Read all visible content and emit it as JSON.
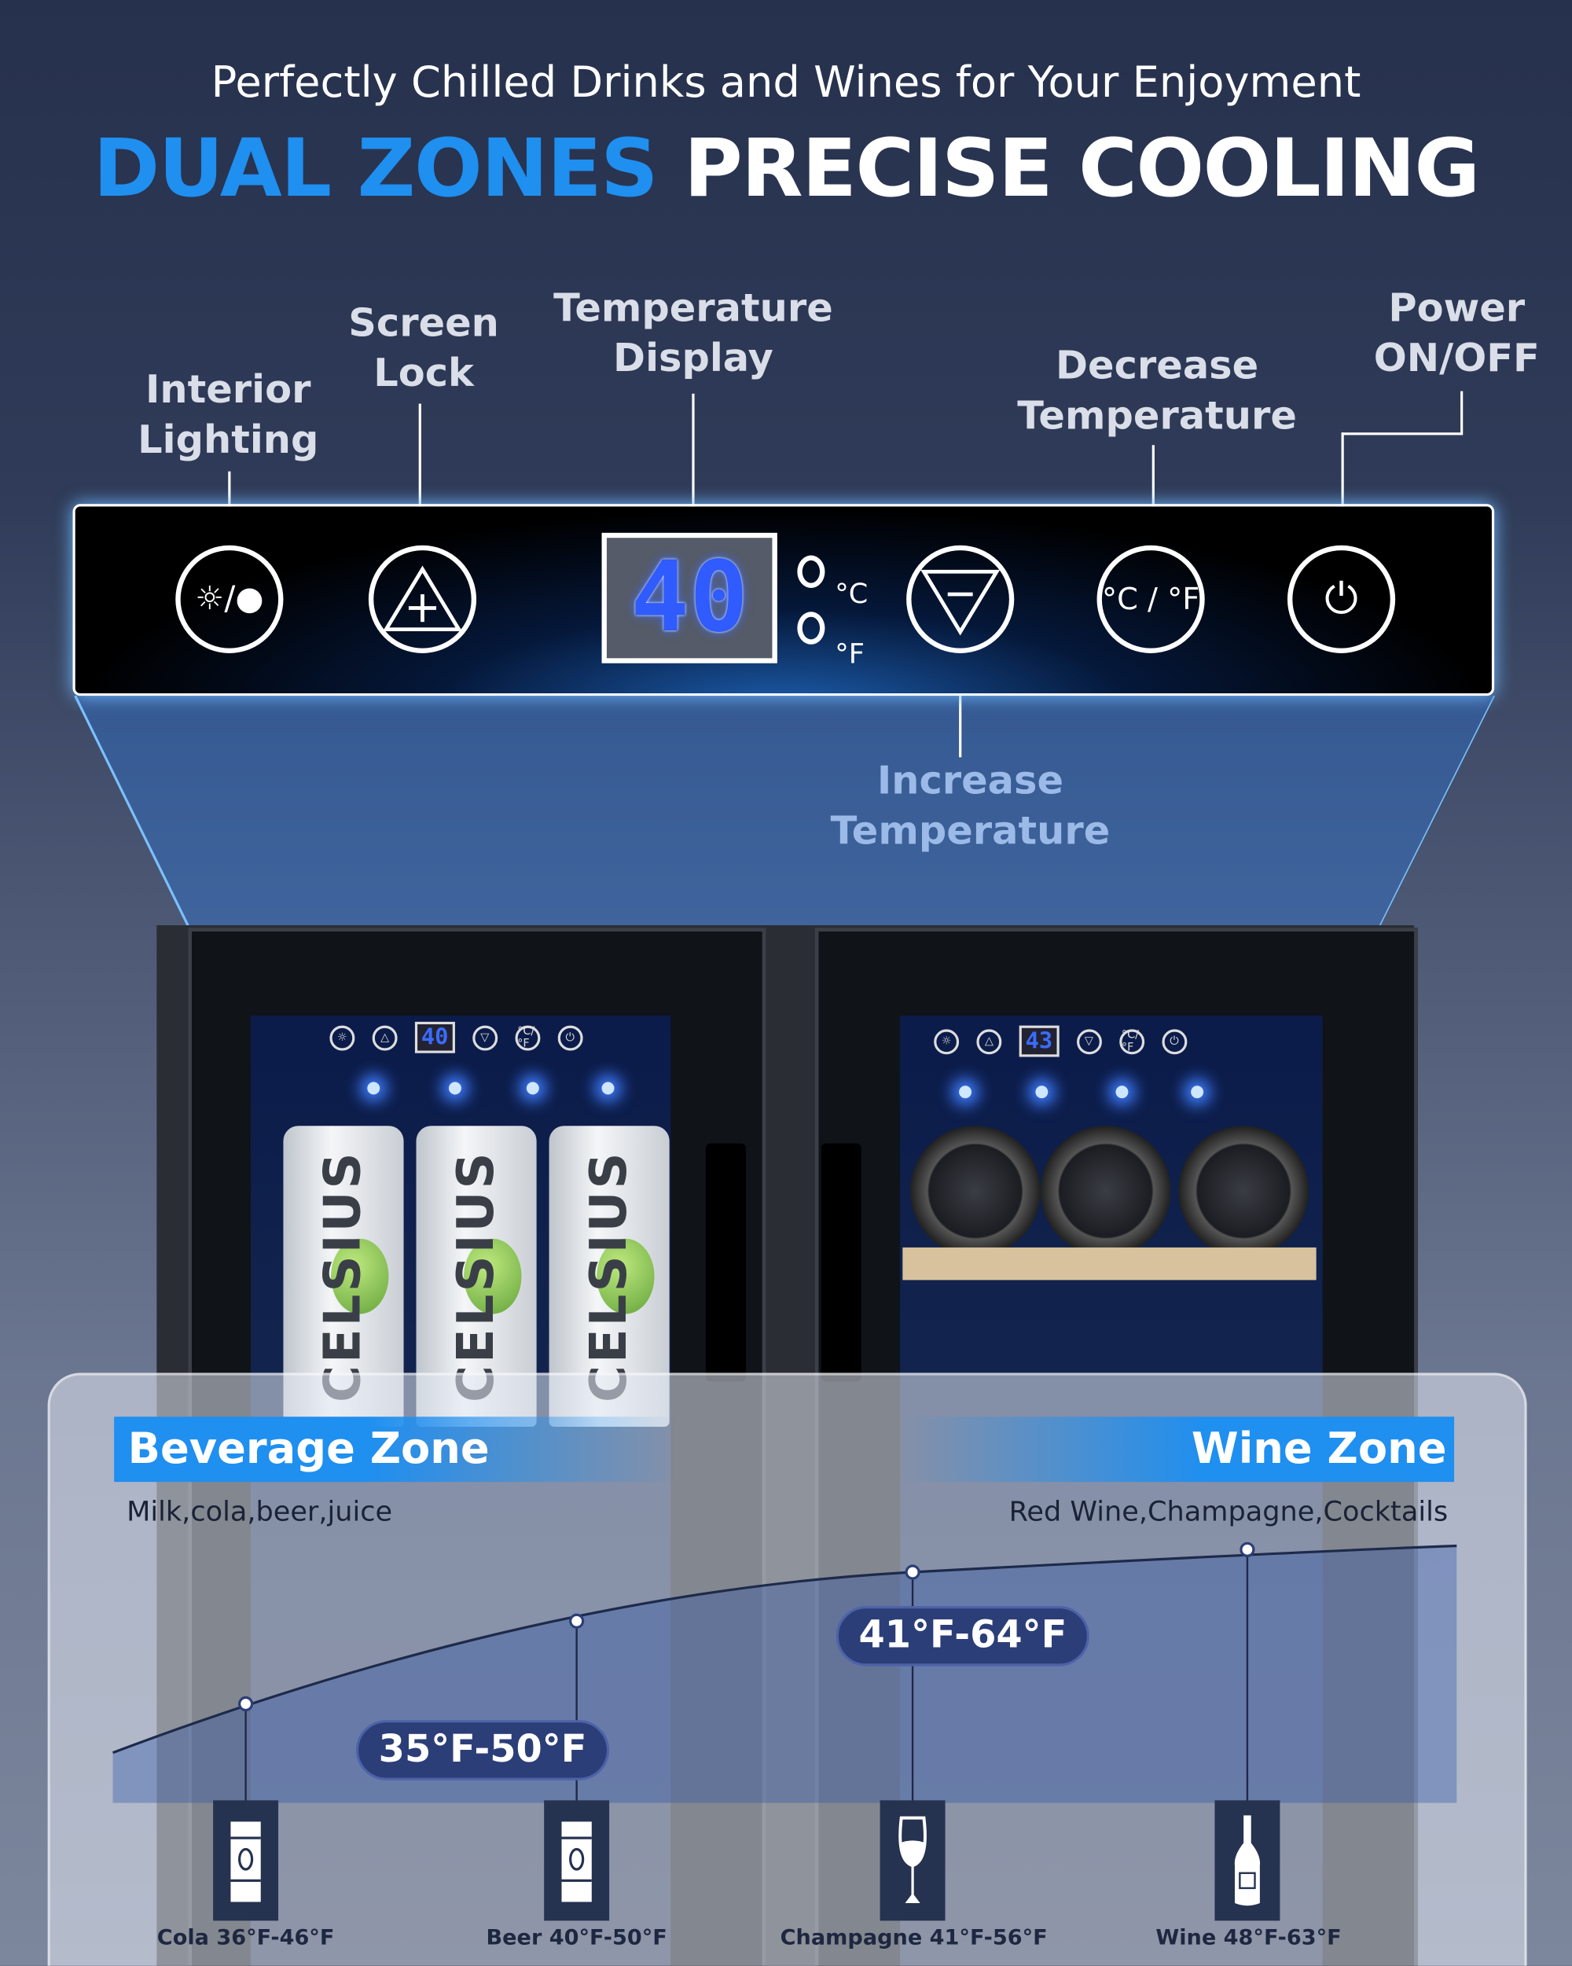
{
  "header": {
    "subtitle": "Perfectly Chilled Drinks and Wines for Your Enjoyment",
    "title_highlight": "DUAL ZONES",
    "title_rest": "PRECISE COOLING"
  },
  "callouts": {
    "interior_lighting": [
      "Interior",
      "Lighting"
    ],
    "screen_lock": [
      "Screen",
      "Lock"
    ],
    "temperature_display": [
      "Temperature",
      "Display"
    ],
    "decrease_temperature": [
      "Decrease",
      "Temperature"
    ],
    "power": [
      "Power",
      "ON/OFF"
    ],
    "increase_temperature": [
      "Increase",
      "Temperature"
    ]
  },
  "control_panel": {
    "display_value": "40",
    "unit_c": "°C",
    "unit_f": "°F",
    "light_icon": "☼/●",
    "lock_icon": "+",
    "minus_icon": "−",
    "unit_toggle": "°C / °F",
    "power_icon": "⏻"
  },
  "fridge": {
    "left_display": "40",
    "right_display": "43",
    "unit_toggle": "°C/°F",
    "can_brand": "CELSIUS"
  },
  "zones": {
    "beverage": {
      "title": "Beverage Zone",
      "items": "Milk,cola,beer,juice",
      "range": "35°F-50°F"
    },
    "wine": {
      "title": "Wine Zone",
      "items": "Red Wine,Champagne,Cocktails",
      "range": "41°F-64°F"
    }
  },
  "drinks": [
    {
      "label": "Cola 36°F-46°F",
      "icon": "can-icon",
      "glyph": "▯"
    },
    {
      "label": "Beer 40°F-50°F",
      "icon": "can-icon",
      "glyph": "▯"
    },
    {
      "label": "Champagne 41°F-56°F",
      "icon": "wine-glass-icon",
      "glyph": "🍷"
    },
    {
      "label": "Wine 48°F-63°F",
      "icon": "wine-bottle-icon",
      "glyph": "🍾"
    }
  ],
  "colors": {
    "accent_blue": "#1f8ff0",
    "navy": "#253250",
    "pill": "#2c3e78"
  }
}
